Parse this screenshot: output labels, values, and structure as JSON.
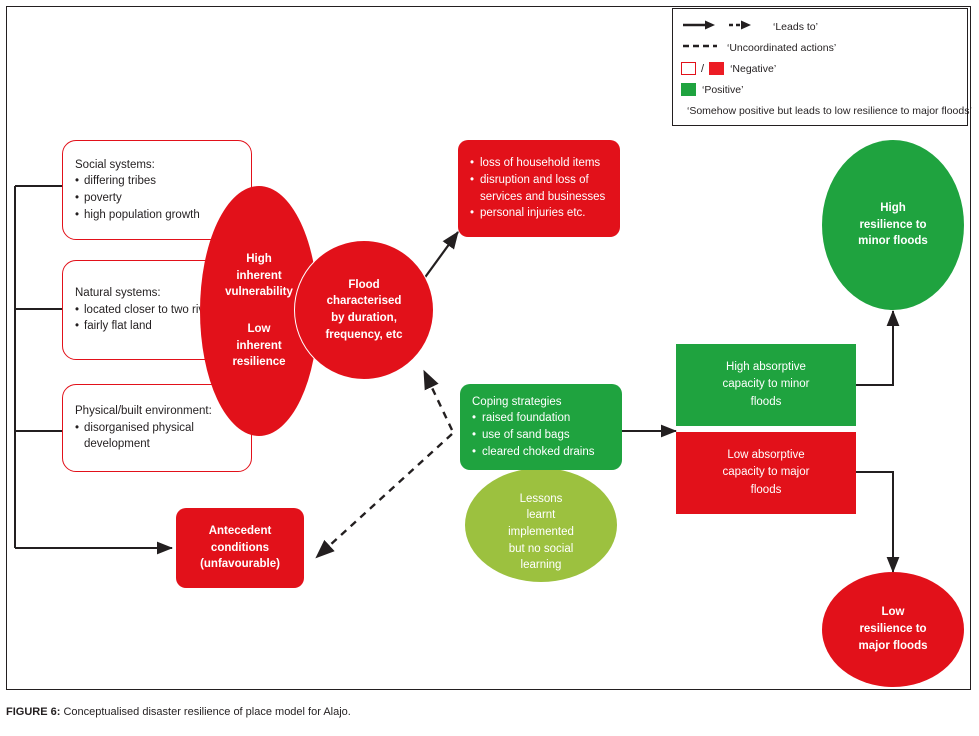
{
  "figure": {
    "caption_label": "FIGURE 6:",
    "caption_text": " Conceptualised disaster resilience of place model for Alajo."
  },
  "colors": {
    "red": "#e2111a",
    "green": "#1fa33f",
    "olive": "#9cc13f",
    "line": "#231f20",
    "white": "#ffffff"
  },
  "legend": {
    "rows": [
      {
        "icon": "solid-arrow-and-dashed-arrow-icon",
        "label": "‘Leads to’"
      },
      {
        "icon": "dashed-line-icon",
        "label": "‘Uncoordinated actions’"
      },
      {
        "icon": "white-and-red-swatch-icon",
        "label": "‘Negative’"
      },
      {
        "icon": "green-swatch-icon",
        "label": "‘Positive’"
      },
      {
        "icon": "olive-swatch-icon",
        "label": "‘Somehow positive but leads to low resilience to major floods’"
      }
    ],
    "separator": "/"
  },
  "nodes": {
    "social_systems": {
      "title": "Social systems:",
      "items": [
        "differing tribes",
        "poverty",
        "high population growth"
      ]
    },
    "natural_systems": {
      "title": "Natural systems:",
      "items": [
        "located closer to two rivers",
        "fairly flat land"
      ]
    },
    "physical_environment": {
      "title": "Physical/built environment:",
      "items": [
        "disorganised physical development"
      ]
    },
    "vulnerability_ellipse": {
      "top_line1": "High",
      "top_line2": "inherent",
      "top_line3": "vulnerability",
      "bottom_line1": "Low",
      "bottom_line2": "inherent",
      "bottom_line3": "resilience"
    },
    "flood_circle": {
      "line1": "Flood",
      "line2": "characterised",
      "line3": "by duration,",
      "line4": "frequency, etc"
    },
    "impacts_box": {
      "items": [
        "loss of household items",
        "disruption and loss of services and businesses",
        "personal injuries etc."
      ]
    },
    "antecedent_box": {
      "line1": "Antecedent",
      "line2": "conditions",
      "line3": "(unfavourable)"
    },
    "coping_box": {
      "title": "Coping strategies",
      "items": [
        "raised foundation",
        "use of sand bags",
        "cleared choked drains"
      ]
    },
    "lessons_circle": {
      "line1": "Lessons",
      "line2": "learnt",
      "line3": "implemented",
      "line4": "but no social",
      "line5": "learning"
    },
    "high_absorptive": {
      "line1": "High absorptive",
      "line2": "capacity to minor",
      "line3": "floods"
    },
    "low_absorptive": {
      "line1": "Low absorptive",
      "line2": "capacity to major",
      "line3": "floods"
    },
    "high_resilience_circle": {
      "line1": "High",
      "line2": "resilience to",
      "line3": "minor floods"
    },
    "low_resilience_circle": {
      "line1": "Low",
      "line2": "resilience to",
      "line3": "major floods"
    }
  }
}
